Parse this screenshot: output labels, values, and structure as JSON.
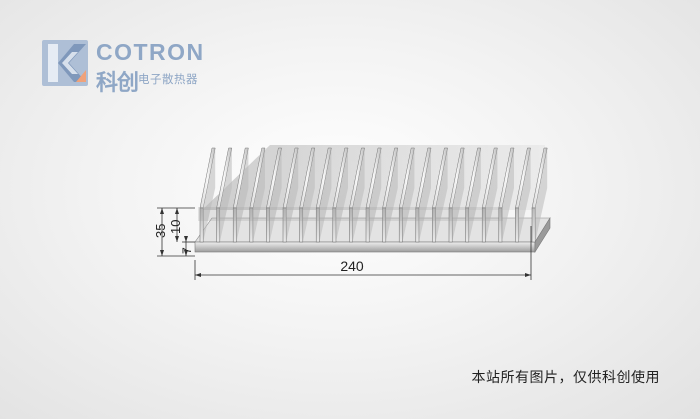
{
  "logo": {
    "name_en": "COTRON",
    "name_cn": "科创",
    "subtitle": "电子散热器"
  },
  "dimensions": {
    "width": "240",
    "height": "35",
    "fin_base": "10",
    "base_thickness": "7"
  },
  "notice": "本站所有图片，仅供科创使用",
  "colors": {
    "logo_light": "#aebfd6",
    "logo_dark": "#7f98bb",
    "logo_accent": "#f0a27a",
    "metal_light": "#f4f4f4",
    "metal_mid": "#c9c9c9",
    "metal_dark": "#6e6e6e"
  }
}
